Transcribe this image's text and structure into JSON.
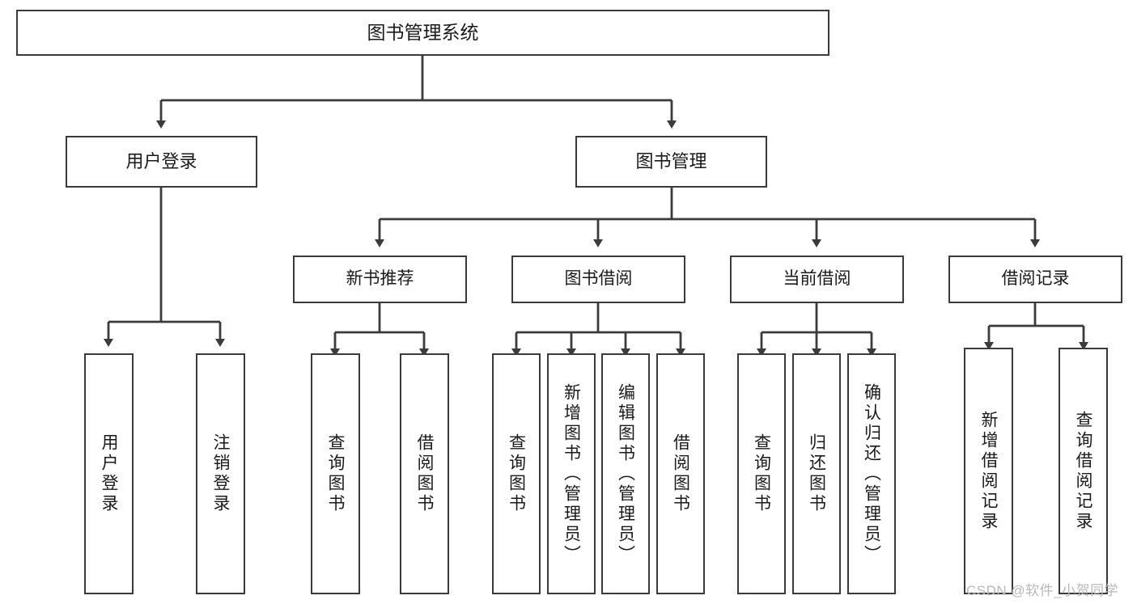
{
  "diagram": {
    "title": "图书管理系统",
    "type": "tree-hierarchy-chart",
    "root": {
      "label": "图书管理系统"
    },
    "level2": [
      {
        "label": "用户登录"
      },
      {
        "label": "图书管理"
      }
    ],
    "level3": [
      {
        "label": "新书推荐"
      },
      {
        "label": "图书借阅"
      },
      {
        "label": "当前借阅"
      },
      {
        "label": "借阅记录"
      }
    ],
    "leaves": {
      "user_login": [
        {
          "label": "用户登录"
        },
        {
          "label": "注销登录"
        }
      ],
      "new_book_recommend": [
        {
          "label": "查询图书"
        },
        {
          "label": "借阅图书"
        }
      ],
      "book_borrow": [
        {
          "label": "查询图书"
        },
        {
          "label": "新增图书（管理员）"
        },
        {
          "label": "编辑图书（管理员）"
        },
        {
          "label": "借阅图书"
        }
      ],
      "current_borrow": [
        {
          "label": "查询图书"
        },
        {
          "label": "归还图书"
        },
        {
          "label": "确认归还（管理员）"
        }
      ],
      "borrow_record": [
        {
          "label": "新增借阅记录"
        },
        {
          "label": "查询借阅记录"
        }
      ]
    }
  },
  "watermark": {
    "text": "CSDN @软件_小贺同学"
  },
  "colors": {
    "border": "#3b3b3b",
    "background": "#ffffff",
    "text": "#1a1a1a",
    "watermark": "#b9b9b9"
  }
}
